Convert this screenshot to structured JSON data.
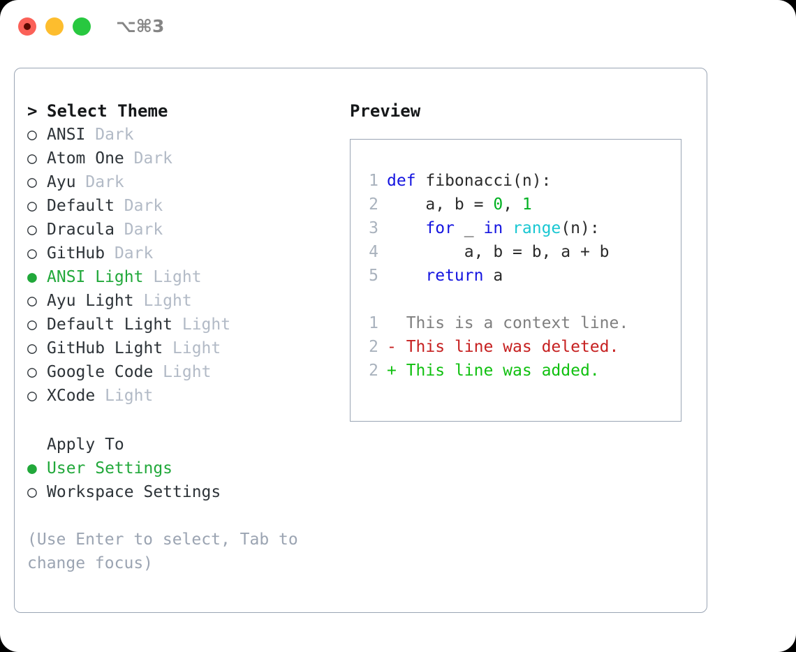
{
  "titlebar": {
    "shortcut": "⌥⌘3",
    "buttons": [
      {
        "name": "close",
        "color": "#fb6158"
      },
      {
        "name": "minimize",
        "color": "#fdbd2e"
      },
      {
        "name": "zoom",
        "color": "#28c840"
      }
    ]
  },
  "theme_panel": {
    "caret": ">",
    "title": "Select Theme",
    "marker_selected": "●",
    "marker_unselected": "○",
    "accent_color": "#21a83a",
    "themes": [
      {
        "name": "ANSI",
        "tag": "Dark",
        "selected": false
      },
      {
        "name": "Atom One",
        "tag": "Dark",
        "selected": false
      },
      {
        "name": "Ayu",
        "tag": "Dark",
        "selected": false
      },
      {
        "name": "Default",
        "tag": "Dark",
        "selected": false
      },
      {
        "name": "Dracula",
        "tag": "Dark",
        "selected": false
      },
      {
        "name": "GitHub",
        "tag": "Dark",
        "selected": false
      },
      {
        "name": "ANSI Light",
        "tag": "Light",
        "selected": true
      },
      {
        "name": "Ayu Light",
        "tag": "Light",
        "selected": false
      },
      {
        "name": "Default Light",
        "tag": "Light",
        "selected": false
      },
      {
        "name": "GitHub Light",
        "tag": "Light",
        "selected": false
      },
      {
        "name": "Google Code",
        "tag": "Light",
        "selected": false
      },
      {
        "name": "XCode",
        "tag": "Light",
        "selected": false
      }
    ]
  },
  "apply_to": {
    "title": "Apply To",
    "options": [
      {
        "label": "User Settings",
        "selected": true
      },
      {
        "label": "Workspace Settings",
        "selected": false
      }
    ]
  },
  "hint": "(Use Enter to select, Tab to change focus)",
  "preview": {
    "title": "Preview",
    "code_lines": [
      {
        "number": "1",
        "tokens": [
          {
            "text": "def ",
            "style": "kw"
          },
          {
            "text": "fibonacci(n):",
            "style": "plain"
          }
        ]
      },
      {
        "number": "2",
        "tokens": [
          {
            "text": "    a, b = ",
            "style": "plain"
          },
          {
            "text": "0",
            "style": "num"
          },
          {
            "text": ", ",
            "style": "plain"
          },
          {
            "text": "1",
            "style": "num"
          }
        ]
      },
      {
        "number": "3",
        "tokens": [
          {
            "text": "    ",
            "style": "plain"
          },
          {
            "text": "for",
            "style": "kw"
          },
          {
            "text": " _ ",
            "style": "plain"
          },
          {
            "text": "in",
            "style": "kw"
          },
          {
            "text": " ",
            "style": "plain"
          },
          {
            "text": "range",
            "style": "fn"
          },
          {
            "text": "(n):",
            "style": "plain"
          }
        ]
      },
      {
        "number": "4",
        "tokens": [
          {
            "text": "        a, b = b, a + b",
            "style": "plain"
          }
        ]
      },
      {
        "number": "5",
        "tokens": [
          {
            "text": "    ",
            "style": "plain"
          },
          {
            "text": "return",
            "style": "kw"
          },
          {
            "text": " a",
            "style": "plain"
          }
        ]
      }
    ],
    "diff_lines": [
      {
        "number": "1",
        "sign": "  ",
        "text": "This is a context line.",
        "style": "ctx"
      },
      {
        "number": "2",
        "sign": "- ",
        "text": "This line was deleted.",
        "style": "del"
      },
      {
        "number": "2",
        "sign": "+ ",
        "text": "This line was added.",
        "style": "add"
      }
    ]
  }
}
